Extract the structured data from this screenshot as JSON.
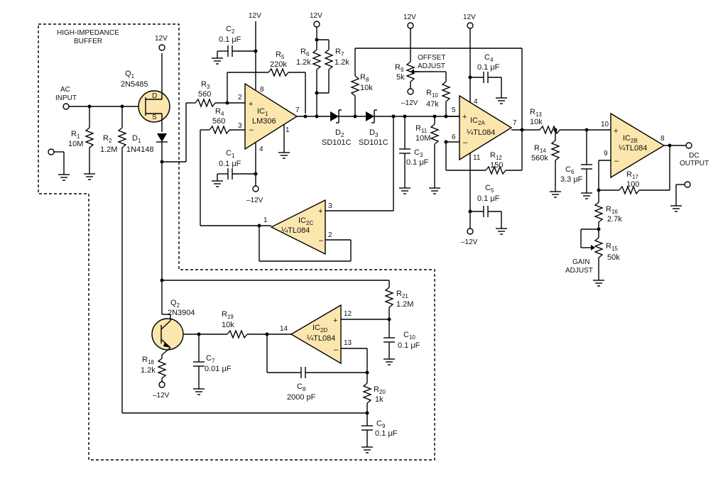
{
  "blocks": {
    "buffer_label_1": "HIGH-IMPEDANCE",
    "buffer_label_2": "BUFFER"
  },
  "io": {
    "ac_input_1": "AC",
    "ac_input_2": "INPUT",
    "dc_output_1": "DC",
    "dc_output_2": "OUTPUT"
  },
  "rails": {
    "pos": "12V",
    "neg": "–12V"
  },
  "opamps": {
    "ic1": {
      "name": "IC",
      "sub": "1",
      "part": "LM306",
      "pins": [
        "2",
        "3",
        "8",
        "7",
        "1",
        "4"
      ]
    },
    "ic2a": {
      "name": "IC",
      "sub": "2A",
      "part": "¼TL084",
      "pins": [
        "5",
        "6",
        "4",
        "7",
        "11"
      ]
    },
    "ic2b": {
      "name": "IC",
      "sub": "2B",
      "part": "¼TL084",
      "pins": [
        "10",
        "9",
        "8"
      ]
    },
    "ic2c": {
      "name": "IC",
      "sub": "2C",
      "part": "¼TL084",
      "pins": [
        "3",
        "2",
        "1"
      ]
    },
    "ic2d": {
      "name": "IC",
      "sub": "2D",
      "part": "¼TL084",
      "pins": [
        "12",
        "13",
        "14"
      ]
    }
  },
  "transistors": {
    "q1": {
      "name": "Q",
      "sub": "1",
      "part": "2N5485",
      "pin_d": "D",
      "pin_s": "S"
    },
    "q2": {
      "name": "Q",
      "sub": "2",
      "part": "2N3904"
    }
  },
  "diodes": {
    "d1": {
      "name": "D",
      "sub": "1",
      "part": "1N4148"
    },
    "d2": {
      "name": "D",
      "sub": "2",
      "part": "SD101C"
    },
    "d3": {
      "name": "D",
      "sub": "3",
      "part": "SD101C"
    }
  },
  "resistors": {
    "r1": {
      "name": "R",
      "sub": "1",
      "value": "10M"
    },
    "r2": {
      "name": "R",
      "sub": "2",
      "value": "1.2M"
    },
    "r3": {
      "name": "R",
      "sub": "3",
      "value": "560"
    },
    "r4": {
      "name": "R",
      "sub": "4",
      "value": "560"
    },
    "r5": {
      "name": "R",
      "sub": "5",
      "value": "220k"
    },
    "r6": {
      "name": "R",
      "sub": "6",
      "value": "1.2k"
    },
    "r7": {
      "name": "R",
      "sub": "7",
      "value": "1.2k"
    },
    "r8": {
      "name": "R",
      "sub": "8",
      "value": "10k"
    },
    "r9": {
      "name": "R",
      "sub": "9",
      "value": "5k"
    },
    "r10": {
      "name": "R",
      "sub": "10",
      "value": "47k"
    },
    "r11": {
      "name": "R",
      "sub": "11",
      "value": "10M"
    },
    "r12": {
      "name": "R",
      "sub": "12",
      "value": "150"
    },
    "r13": {
      "name": "R",
      "sub": "13",
      "value": "10k"
    },
    "r14": {
      "name": "R",
      "sub": "14",
      "value": "560k"
    },
    "r15": {
      "name": "R",
      "sub": "15",
      "value": "50k"
    },
    "r16": {
      "name": "R",
      "sub": "16",
      "value": "2.7k"
    },
    "r17": {
      "name": "R",
      "sub": "17",
      "value": "100"
    },
    "r18": {
      "name": "R",
      "sub": "18",
      "value": "1.2k"
    },
    "r19": {
      "name": "R",
      "sub": "19",
      "value": "10k"
    },
    "r20": {
      "name": "R",
      "sub": "20",
      "value": "1k"
    },
    "r21": {
      "name": "R",
      "sub": "21",
      "value": "1.2M"
    }
  },
  "capacitors": {
    "c1": {
      "name": "C",
      "sub": "1",
      "value": "0.1 μF"
    },
    "c2": {
      "name": "C",
      "sub": "2",
      "value": "0.1 μF"
    },
    "c3": {
      "name": "C",
      "sub": "3",
      "value": "0.1 μF"
    },
    "c4": {
      "name": "C",
      "sub": "4",
      "value": "0.1 μF"
    },
    "c5": {
      "name": "C",
      "sub": "5",
      "value": "0.1 μF"
    },
    "c6": {
      "name": "C",
      "sub": "6",
      "value": "3.3 μF"
    },
    "c7": {
      "name": "C",
      "sub": "7",
      "value": "0.01 μF"
    },
    "c8": {
      "name": "C",
      "sub": "8",
      "value": "2000 pF"
    },
    "c9": {
      "name": "C",
      "sub": "9",
      "value": "0.1 μF"
    },
    "c10": {
      "name": "C",
      "sub": "10",
      "value": "0.1 μF"
    }
  },
  "adjust": {
    "offset_1": "OFFSET",
    "offset_2": "ADJUST",
    "gain_1": "GAIN",
    "gain_2": "ADJUST"
  }
}
